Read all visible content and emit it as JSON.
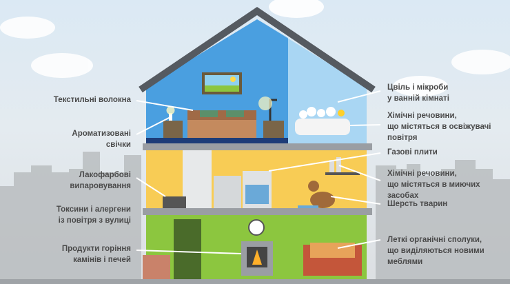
{
  "labels_left": [
    {
      "id": "textile",
      "lines": [
        "Текстильні волокна"
      ]
    },
    {
      "id": "candles",
      "lines": [
        "Ароматизовані",
        "свічки"
      ]
    },
    {
      "id": "paint",
      "lines": [
        "Лакофарбові",
        "випаровування"
      ]
    },
    {
      "id": "outdoor",
      "lines": [
        "Токсини і алергени",
        "із повітря з вулиці"
      ]
    },
    {
      "id": "combustion",
      "lines": [
        "Продукти горіння",
        "камінів і печей"
      ]
    }
  ],
  "labels_right": [
    {
      "id": "mold",
      "lines": [
        "Цвіль і мікроби",
        "у ванній кімнаті"
      ]
    },
    {
      "id": "fresheners",
      "lines": [
        "Хімічні речовини,",
        "що містяться в освіжувачі",
        "повітря"
      ]
    },
    {
      "id": "gas",
      "lines": [
        "Газові плити"
      ]
    },
    {
      "id": "detergents",
      "lines": [
        "Хімічні речовини,",
        "що містяться в миючих",
        "засобах"
      ]
    },
    {
      "id": "pet",
      "lines": [
        "Шерсть тварин"
      ]
    },
    {
      "id": "voc",
      "lines": [
        "Леткі органічні сполуки,",
        "що виділяються новими",
        "меблями"
      ]
    }
  ],
  "colors": {
    "top_floor": "#4a9fe0",
    "top_floor_right": "#a9d6f3",
    "middle_floor": "#f8cc55",
    "ground_floor": "#8cc63f",
    "roof": "#555a60",
    "slab": "#9a9ea3",
    "text": "#4a4a4a"
  }
}
